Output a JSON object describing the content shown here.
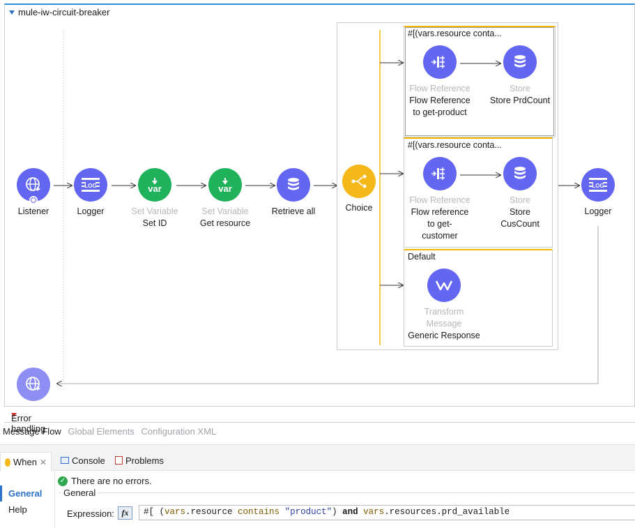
{
  "flow": {
    "title": "mule-iw-circuit-breaker",
    "nodes": [
      {
        "id": "listener",
        "type": "",
        "name": "Listener",
        "icon": "globe-icon"
      },
      {
        "id": "logger1",
        "type": "",
        "name": "Logger",
        "icon": "log-icon"
      },
      {
        "id": "setid",
        "type": "Set Variable",
        "name": "Set ID",
        "icon": "var-icon"
      },
      {
        "id": "getres",
        "type": "Set Variable",
        "name": "Get resource",
        "icon": "var-icon"
      },
      {
        "id": "retrieve",
        "type": "",
        "name": "Retrieve all",
        "icon": "database-icon"
      },
      {
        "id": "choice",
        "type": "",
        "name": "Choice",
        "icon": "branch-icon"
      },
      {
        "id": "logger2",
        "type": "",
        "name": "Logger",
        "icon": "log-icon"
      }
    ],
    "routes": [
      {
        "title": "#[(vars.resource conta...",
        "components": [
          {
            "type": "Flow Reference",
            "name": "Flow Reference\nto get-product",
            "icon": "flow-ref-icon"
          },
          {
            "type": "Store",
            "name": "Store PrdCount",
            "icon": "database-icon"
          }
        ]
      },
      {
        "title": "#[(vars.resource conta...",
        "components": [
          {
            "type": "Flow Reference",
            "name": "Flow reference\nto get-\ncustomer",
            "icon": "flow-ref-icon"
          },
          {
            "type": "Store",
            "name": "Store\nCusCount",
            "icon": "database-icon"
          }
        ]
      },
      {
        "title": "Default",
        "components": [
          {
            "type": "Transform Message",
            "name": "Generic Response",
            "icon": "transform-icon"
          }
        ]
      }
    ]
  },
  "error_handling": "Error handling",
  "editor_tabs": [
    "Message Flow",
    "Global Elements",
    "Configuration XML"
  ],
  "panel_tabs": {
    "when": "When",
    "console": "Console",
    "problems": "Problems"
  },
  "sidebar": [
    "General",
    "Help"
  ],
  "status": "There are no errors.",
  "group": "General",
  "expression": {
    "label": "Expression:",
    "fx": "fx",
    "tokens": [
      {
        "t": "#[ (",
        "k": "plain"
      },
      {
        "t": "vars",
        "k": "var"
      },
      {
        "t": ".resource ",
        "k": "plain"
      },
      {
        "t": "contains",
        "k": "var"
      },
      {
        "t": " ",
        "k": "plain"
      },
      {
        "t": "\"product\"",
        "k": "str"
      },
      {
        "t": ") ",
        "k": "plain"
      },
      {
        "t": "and",
        "k": "kw"
      },
      {
        "t": " ",
        "k": "plain"
      },
      {
        "t": "vars",
        "k": "var"
      },
      {
        "t": ".resources.prd_available",
        "k": "plain"
      }
    ]
  }
}
